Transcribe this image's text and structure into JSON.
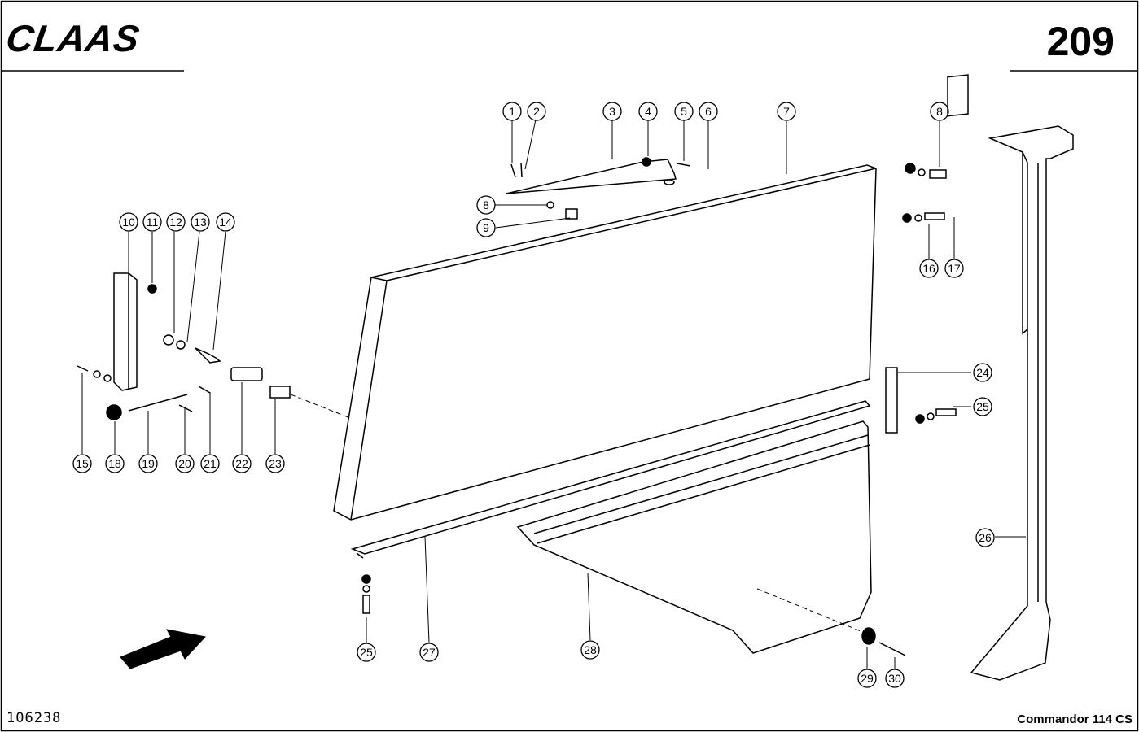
{
  "header": {
    "brand": "CLAAS",
    "page_number": "209"
  },
  "footer": {
    "figure_code": "106238",
    "model": "Commandor 114 CS"
  },
  "callouts": [
    "1",
    "2",
    "3",
    "4",
    "5",
    "6",
    "7",
    "8",
    "9",
    "10",
    "11",
    "12",
    "13",
    "14",
    "15",
    "8",
    "16",
    "17",
    "24",
    "25",
    "18",
    "19",
    "20",
    "21",
    "22",
    "23",
    "26",
    "25",
    "27",
    "28",
    "29",
    "30"
  ]
}
